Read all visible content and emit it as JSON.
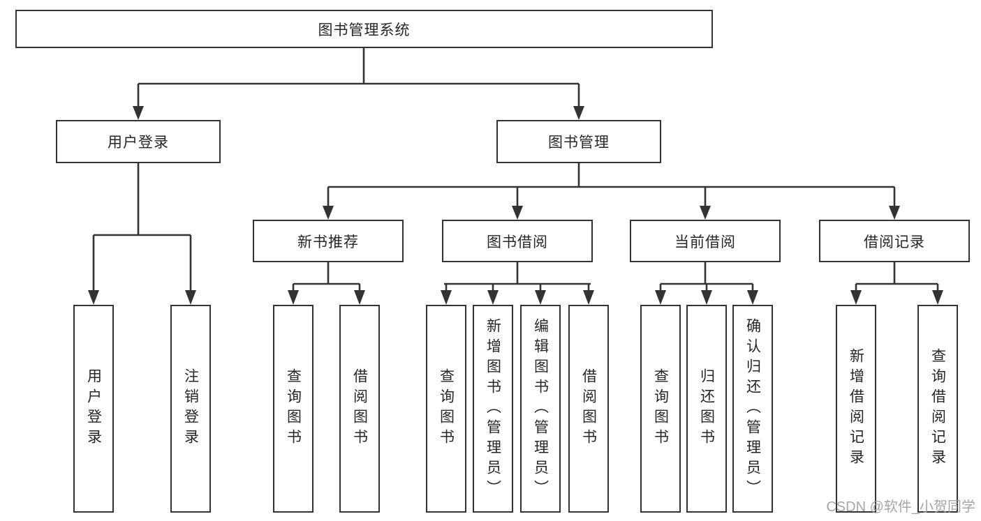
{
  "diagram": {
    "type": "hierarchy-tree",
    "watermark": "CSDN @软件_小贺同学",
    "colors": {
      "line": "#333333",
      "box_border": "#333333",
      "box_fill": "#ffffff",
      "text": "#262626",
      "background": "#ffffff",
      "watermark": "#9e9e9e"
    },
    "nodes": {
      "root": "图书管理系统",
      "user_login": "用户登录",
      "book_management": "图书管理",
      "new_book_recommendation": "新书推荐",
      "book_borrowing": "图书借阅",
      "current_borrowing": "当前借阅",
      "borrowing_records": "借阅记录",
      "leaf_user_login": "用户登录",
      "leaf_logout": "注销登录",
      "leaf_query_books_recommend": "查询图书",
      "leaf_borrow_books_recommend": "借阅图书",
      "leaf_query_books_borrow": "查询图书",
      "leaf_add_books_admin": "新增图书（管理员）",
      "leaf_edit_books_admin": "编辑图书（管理员）",
      "leaf_borrow_books_borrow": "借阅图书",
      "leaf_query_books_current": "查询图书",
      "leaf_return_books": "归还图书",
      "leaf_confirm_return_admin": "确认归还（管理员）",
      "leaf_add_borrow_record": "新增借阅记录",
      "leaf_query_borrow_record": "查询借阅记录"
    },
    "edges": [
      "图书管理系统→用户登录",
      "图书管理系统→图书管理",
      "用户登录→用户登录",
      "用户登录→注销登录",
      "图书管理→新书推荐",
      "图书管理→图书借阅",
      "图书管理→当前借阅",
      "图书管理→借阅记录",
      "新书推荐→查询图书",
      "新书推荐→借阅图书",
      "图书借阅→查询图书",
      "图书借阅→新增图书（管理员）",
      "图书借阅→编辑图书（管理员）",
      "图书借阅→借阅图书",
      "当前借阅→查询图书",
      "当前借阅→归还图书",
      "当前借阅→确认归还（管理员）",
      "借阅记录→新增借阅记录",
      "借阅记录→查询借阅记录"
    ]
  }
}
